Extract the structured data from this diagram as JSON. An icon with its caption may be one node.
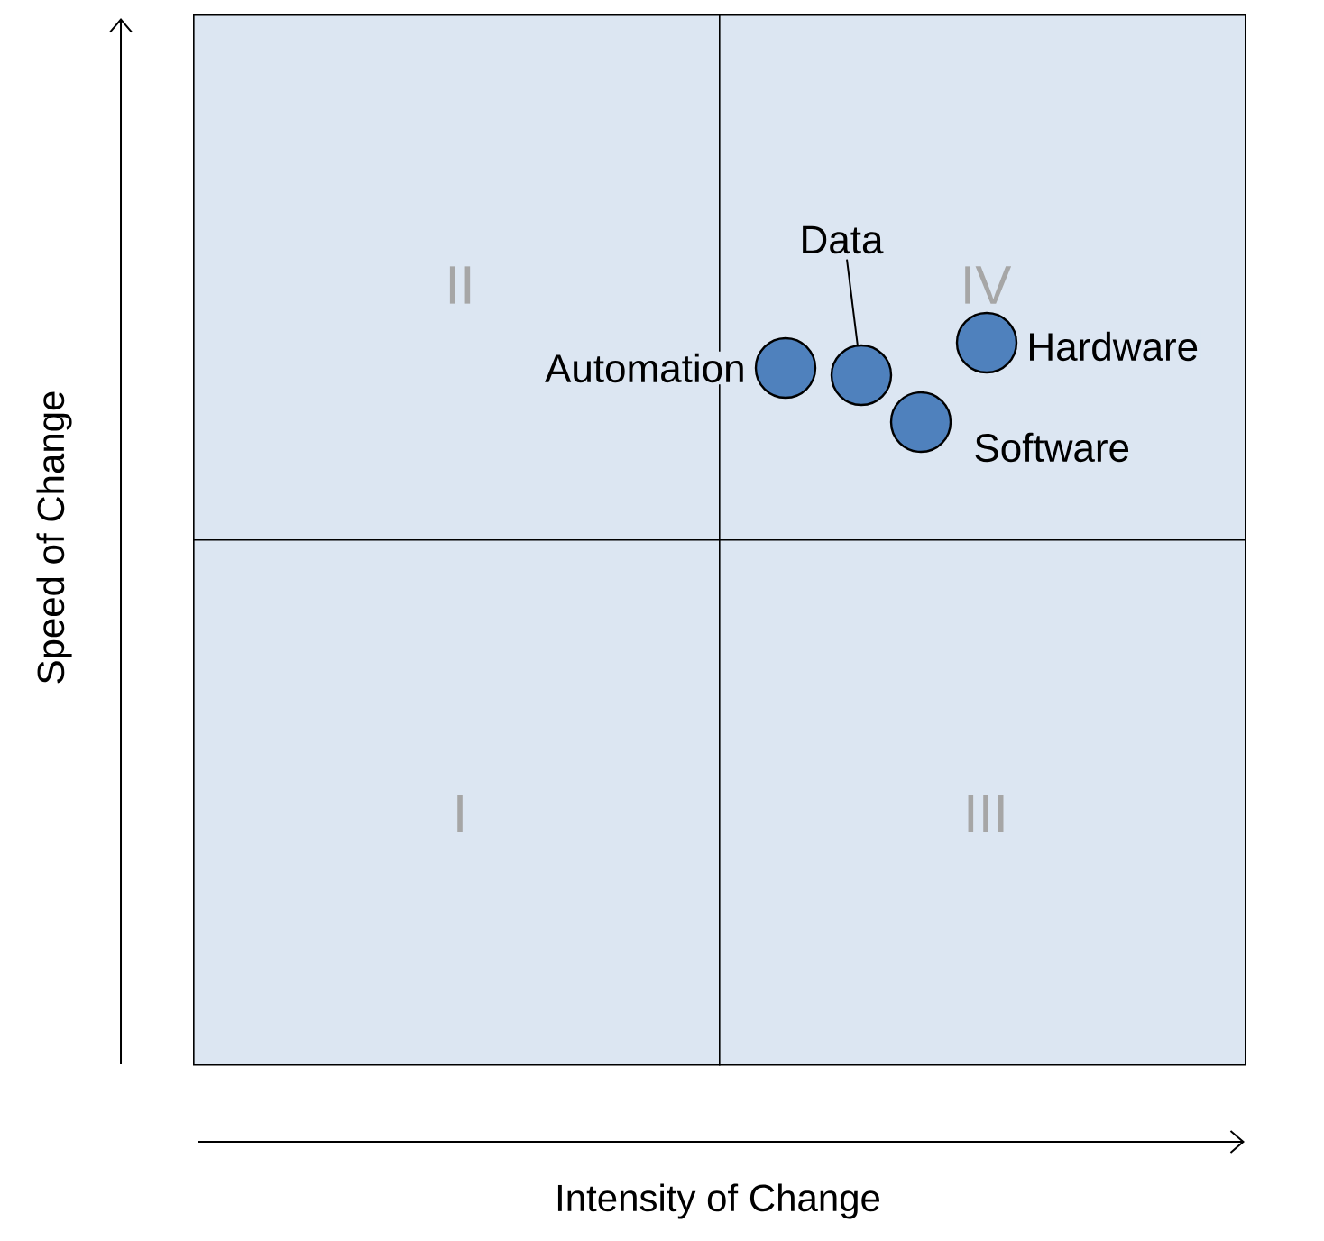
{
  "diagram": {
    "nodes": [
      {
        "text": [
          "II"
        ]
      },
      {
        "text": [
          "IV"
        ]
      },
      {
        "text": [
          "I"
        ]
      },
      {
        "text": [
          "III"
        ]
      },
      {
        "text": [
          "Data"
        ],
        "in": 1
      },
      {
        "text": [],
        "shape": "circle",
        "in": 1,
        "beside": [
          "Automation"
        ]
      },
      {
        "text": [],
        "shape": "circle",
        "in": 1
      },
      {
        "text": [],
        "shape": "circle",
        "in": 1,
        "beside": [
          "Hardware"
        ]
      },
      {
        "text": [],
        "shape": "circle",
        "in": 1,
        "beside": [
          "Software"
        ]
      }
    ],
    "edges": [
      {
        "from": 4,
        "to": 6,
        "arrow": "none"
      }
    ],
    "labels": [
      "Speed of Change",
      "Intensity of Change"
    ]
  }
}
